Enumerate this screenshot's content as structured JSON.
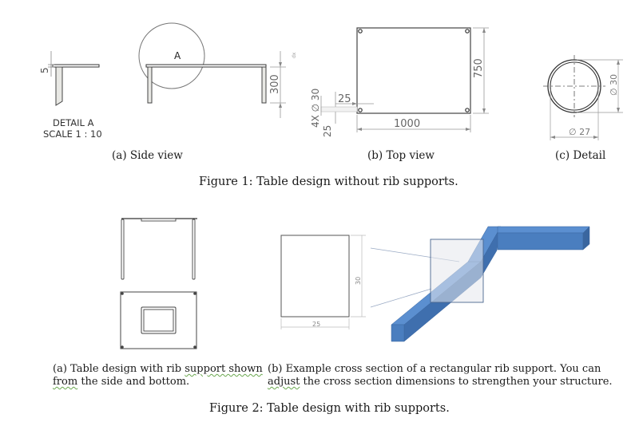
{
  "figure1": {
    "caption": "Figure 1: Table design without rib supports.",
    "side_view": {
      "subcaption": "(a) Side view",
      "detail_label": "DETAIL A",
      "scale_label": "SCALE 1 : 10",
      "detail_marker": "A",
      "dim_thickness": "5",
      "dim_height": "300"
    },
    "top_view": {
      "subcaption": "(b) Top view",
      "dim_width": "1000",
      "dim_depth": "750",
      "dim_offset": "25",
      "dim_offset_vertical": "25",
      "dim_holes": "4X ∅ 30"
    },
    "detail": {
      "subcaption": "(c) Detail",
      "dim_outer": "∅ 30",
      "dim_inner": "∅ 27"
    }
  },
  "figure2": {
    "caption": "Figure 2: Table design with rib supports.",
    "sub_a": {
      "line1_pre": "(a) Table design with rib ",
      "line1_squiggle": "support shown",
      "line2_squiggle": "from",
      "line2_post": " the side and bottom."
    },
    "sub_b": {
      "line1": "(b) Example cross section of a rectangular rib support. You can",
      "line2_squiggle": "adjust",
      "line2_post": " the cross section dimensions to strengthen your structure."
    },
    "cross_section": {
      "dim_width": "25",
      "dim_height": "30"
    },
    "colors": {
      "beam_front": "#4a7ebf",
      "beam_top": "#5b8fd0",
      "beam_side": "#3a669f",
      "section_plane": "#e6e8ec"
    }
  }
}
